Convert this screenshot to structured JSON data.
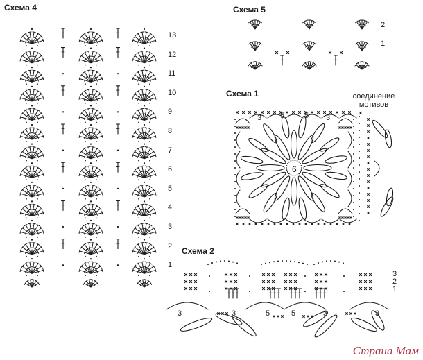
{
  "scheme4": {
    "title": "Схема 4",
    "rows": [
      "13",
      "12",
      "11",
      "10",
      "9",
      "8",
      "7",
      "6",
      "5",
      "4",
      "3",
      "2",
      "1"
    ]
  },
  "scheme5": {
    "title": "Схема 5",
    "rows": [
      "2",
      "1"
    ]
  },
  "scheme1": {
    "title": "Схема 1",
    "connection_label": "соединение мотивов",
    "center_label": "6",
    "side_labels": [
      "3",
      "5",
      "5",
      "3"
    ]
  },
  "scheme2": {
    "title": "Схема 2",
    "rows": [
      "3",
      "2",
      "1"
    ],
    "bottom_labels": [
      "3",
      "3",
      "5",
      "5",
      "3",
      "3"
    ]
  },
  "watermark": "Страна Мам",
  "colors": {
    "ink": "#1a1a1a",
    "watermark": "#b4324a",
    "background": "#ffffff"
  }
}
